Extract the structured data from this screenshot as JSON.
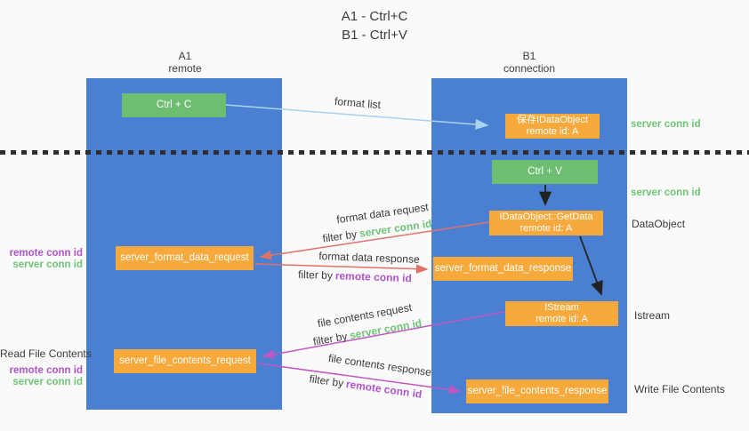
{
  "title": {
    "line1": "A1 - Ctrl+C",
    "line2": "B1 - Ctrl+V"
  },
  "columns": {
    "left": {
      "name": "A1",
      "role": "remote"
    },
    "right": {
      "name": "B1",
      "role": "connection"
    }
  },
  "boxes": {
    "ctrl_c": "Ctrl + C",
    "ctrl_v": "Ctrl + V",
    "save_dataobject": {
      "line1": "保存IDataObject",
      "line2": "remote id: A"
    },
    "getdata": {
      "line1": "IDataObject::GetData",
      "line2": "remote id: A"
    },
    "istream": {
      "line1": "IStream",
      "line2": "remote id: A"
    },
    "format_request": "server_format_data_request",
    "format_response": "server_format_data_response",
    "file_request": "server_file_contents_request",
    "file_response": "server_file_contents_response"
  },
  "labels": {
    "format_list": "format list",
    "format_data_request": "format data request",
    "format_data_response": "format data response",
    "file_contents_request": "file contents request",
    "file_contents_response": "file contents response",
    "filter_by": "filter by",
    "server_conn_id": "server conn id",
    "remote_conn_id": "remote conn id",
    "dataobject": "DataObject",
    "istream": "Istream",
    "read_file_contents": "Read File Contents",
    "write_file_contents": "Write File Contents"
  },
  "colors": {
    "column_blue": "#4a7fd1",
    "box_green": "#6dbe70",
    "box_orange": "#f7a93c",
    "arrow_red": "#e0726a",
    "arrow_magenta": "#c257c2",
    "arrow_light_blue": "#a9d3ee",
    "arrow_black": "#222222",
    "text_green": "#6fc476",
    "text_purple": "#b153c9",
    "background": "#fafafa"
  }
}
